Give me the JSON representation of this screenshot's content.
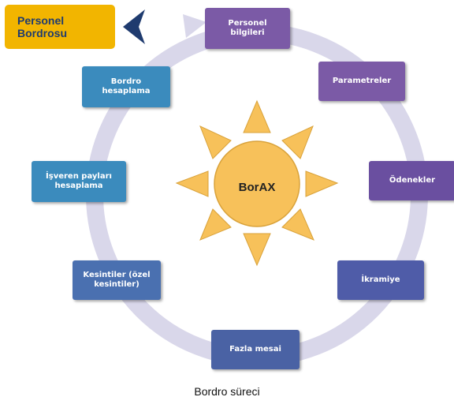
{
  "title": "Personel\nBordrosu",
  "center": "BorAX",
  "caption": "Bordro süreci",
  "steps": [
    "Personel\nbilgileri",
    "Parametreler",
    "Ödenekler",
    "İkramiye",
    "Fazla mesai",
    "Kesintiler (özel\nkesintiler)",
    "İşveren payları\nhesaplama",
    "Bordro\nhesaplama"
  ],
  "colors": {
    "purple": "#7b5aa6",
    "blue": "#4a62a4",
    "teal": "#3b8bbd",
    "ring": "#d9d7ea",
    "sun": "#f7c15a",
    "title_bg": "#f2b500",
    "title_text": "#1f3b6f",
    "chevron": "#1f3b6f"
  }
}
